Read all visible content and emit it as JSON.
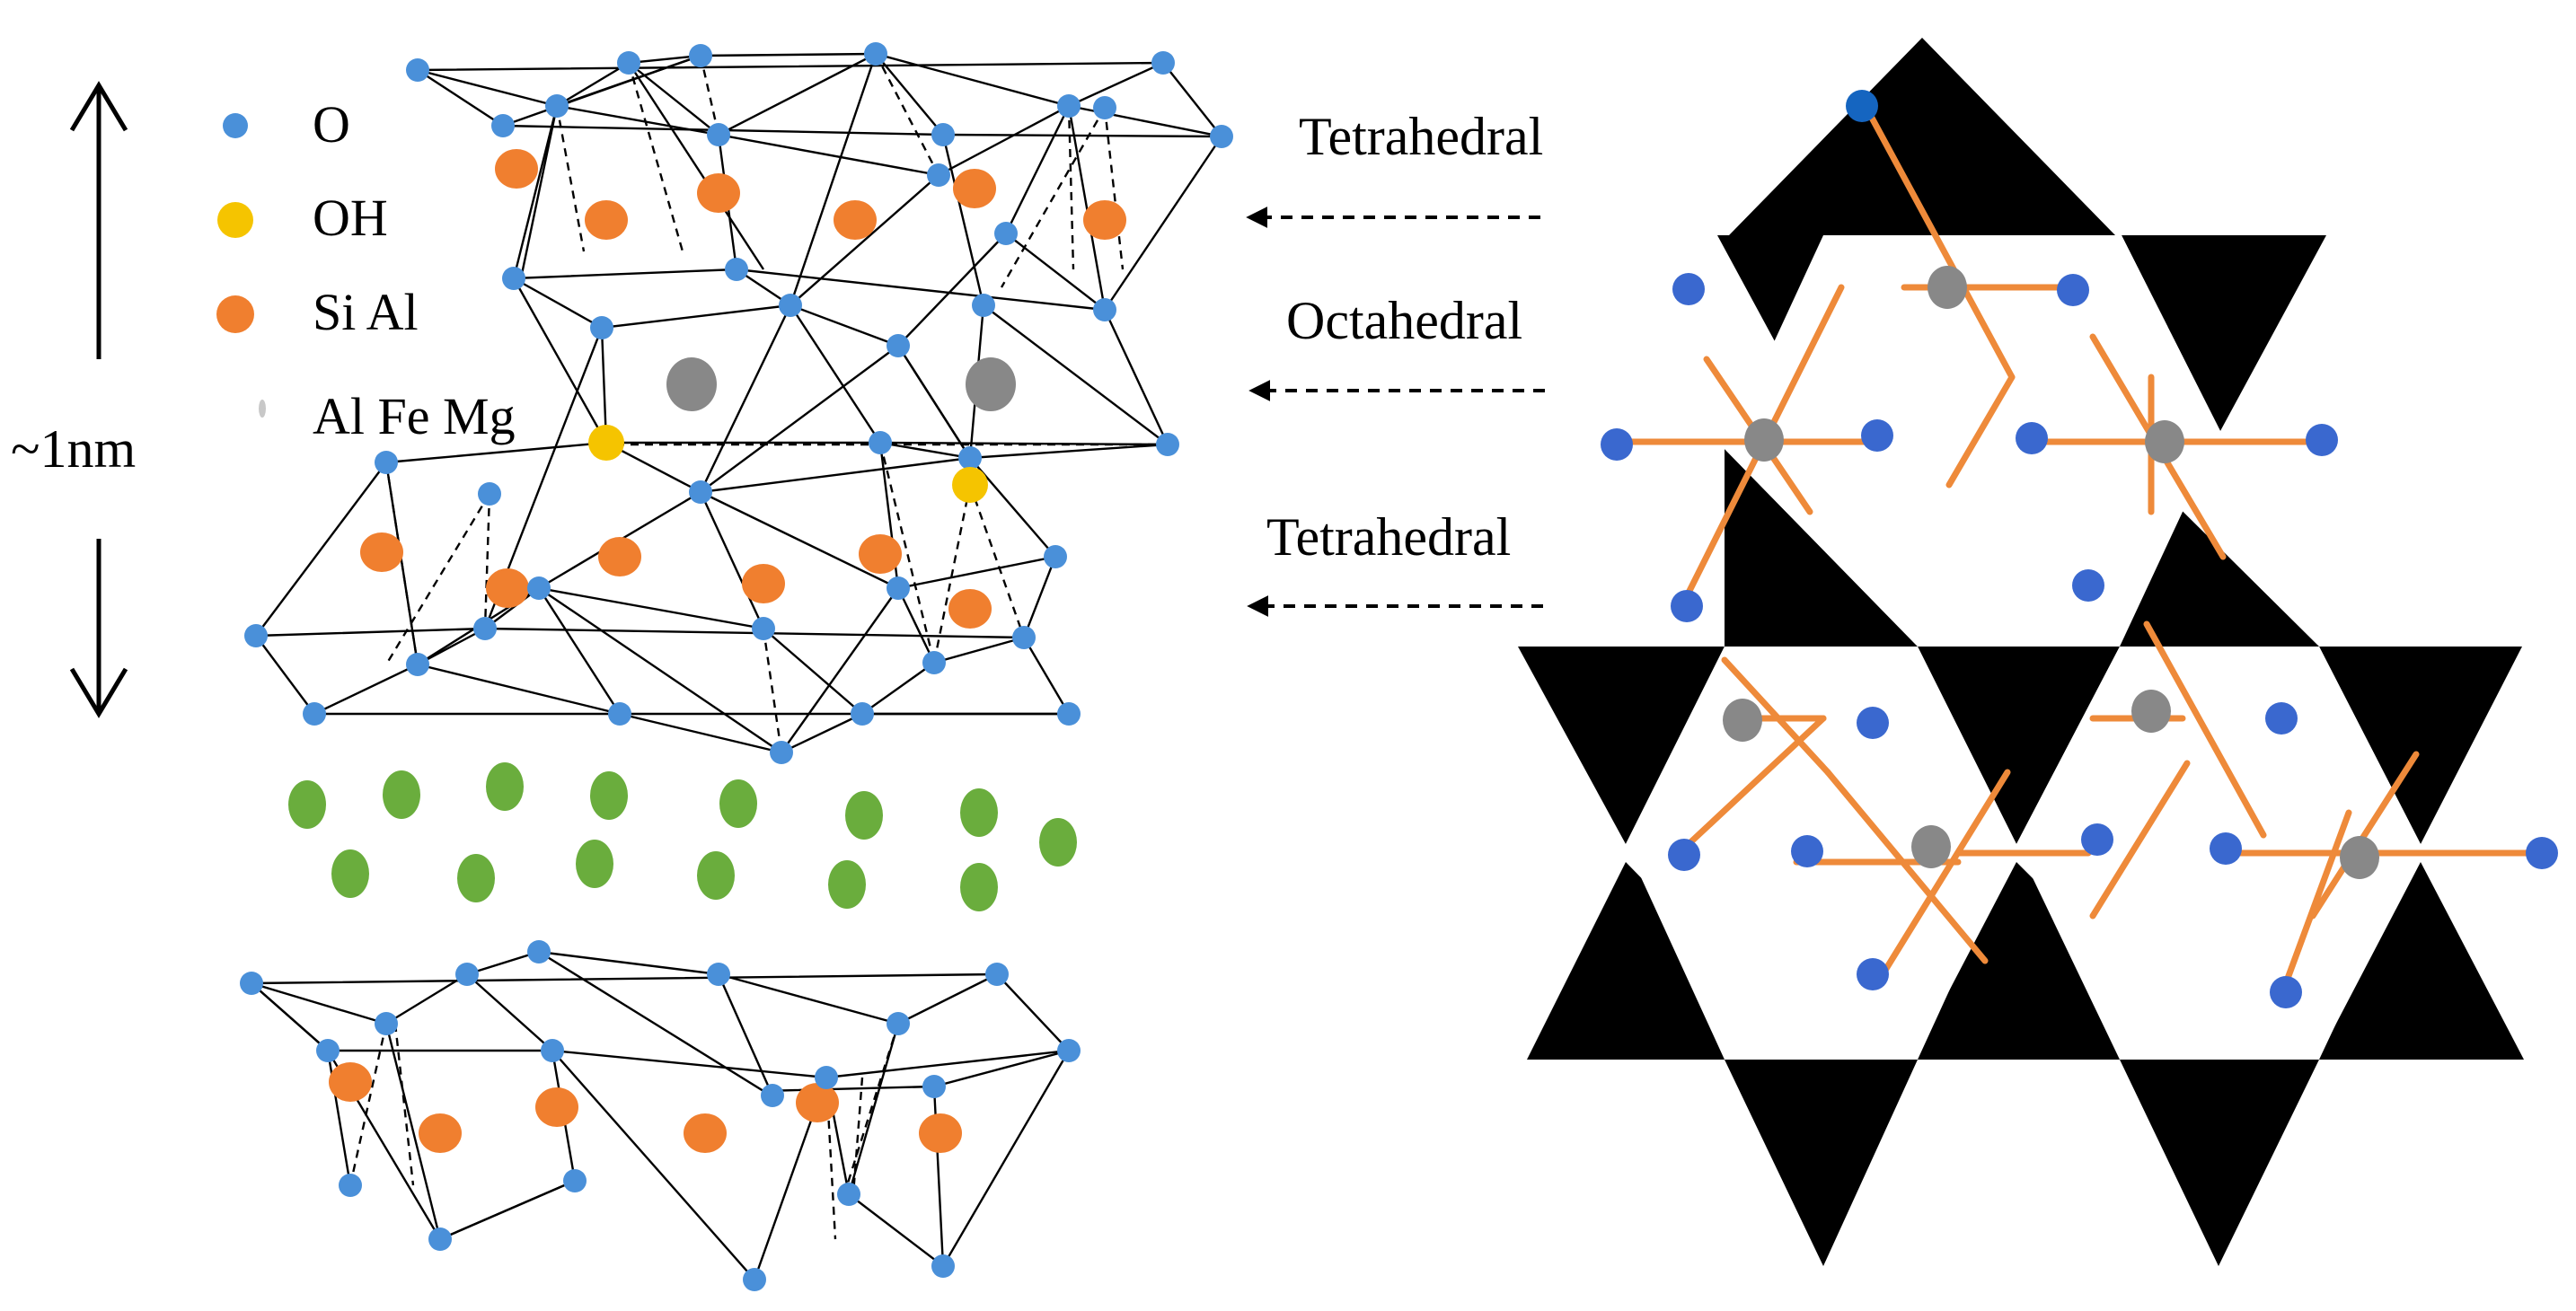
{
  "scale_label": "~1nm",
  "legend": [
    {
      "label": "O",
      "color": "#4a90d9",
      "icon": "blue-circle"
    },
    {
      "label": "OH",
      "color": "#f5c400",
      "icon": "yellow-circle"
    },
    {
      "label": "Si Al",
      "color": "#f07f2f",
      "icon": "orange-circle"
    },
    {
      "label": "Al Fe Mg",
      "color": "#888888",
      "icon": "gray-circle"
    }
  ],
  "layer_labels": [
    "Tetrahedral",
    "Octahedral",
    "Tetrahedral"
  ],
  "colors": {
    "oxygen": "#4a90d9",
    "hydroxyl": "#f5c400",
    "si_al": "#f07f2f",
    "al_fe_mg": "#888888",
    "interlayer_cation": "#6aad3d",
    "bond_orange": "#ee8a3a",
    "tetrahedron_fill": "#000000"
  }
}
